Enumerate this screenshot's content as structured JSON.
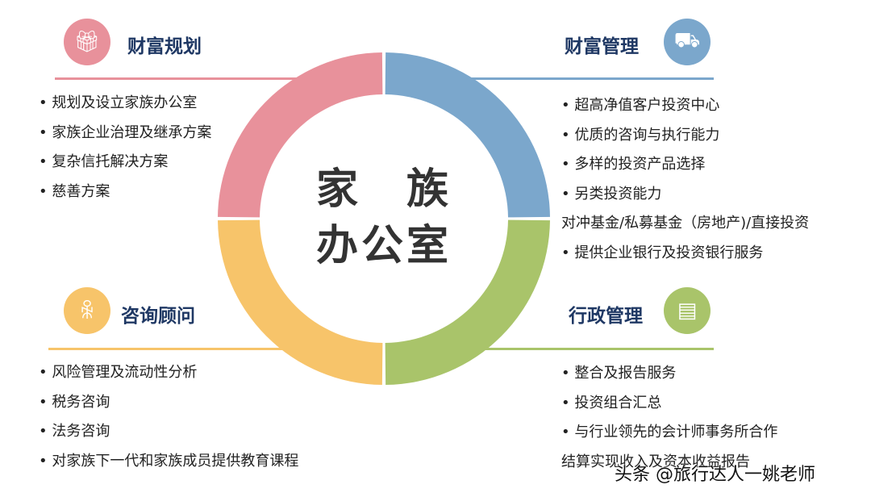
{
  "center": {
    "line1": "家　族",
    "line2": "办公室"
  },
  "colors": {
    "planning": "#E8919B",
    "management": "#7BA7CC",
    "advisory": "#F7C46A",
    "admin": "#A9C46A",
    "title": "#1f3864"
  },
  "planning": {
    "title": "财富规划",
    "icon": "gift-icon",
    "items": [
      "• 规划及设立家族办公室",
      "• 家族企业治理及继承方案",
      "• 复杂信托解决方案",
      "• 慈善方案"
    ]
  },
  "management": {
    "title": "财富管理",
    "icon": "cart-icon",
    "items": [
      "• 超高净值客户投资中心",
      "• 优质的咨询与执行能力",
      "• 多样的投资产品选择",
      "• 另类投资能力",
      "对冲基金/私募基金（房地产)/直接投资",
      "• 提供企业银行及投资银行服务"
    ]
  },
  "advisory": {
    "title": "咨询顾问",
    "icon": "people-icon",
    "items": [
      "• 风险管理及流动性分析",
      "• 税务咨询",
      "• 法务咨询",
      "• 对家族下一代和家族成员提供教育课程"
    ]
  },
  "admin": {
    "title": "行政管理",
    "icon": "report-icon",
    "items": [
      "• 整合及报告服务",
      "• 投资组合汇总",
      "• 与行业领先的会计师事务所合作",
      "结算实现收入及资本收益报告"
    ]
  },
  "watermark": "头条 @旅行达人一姚老师"
}
